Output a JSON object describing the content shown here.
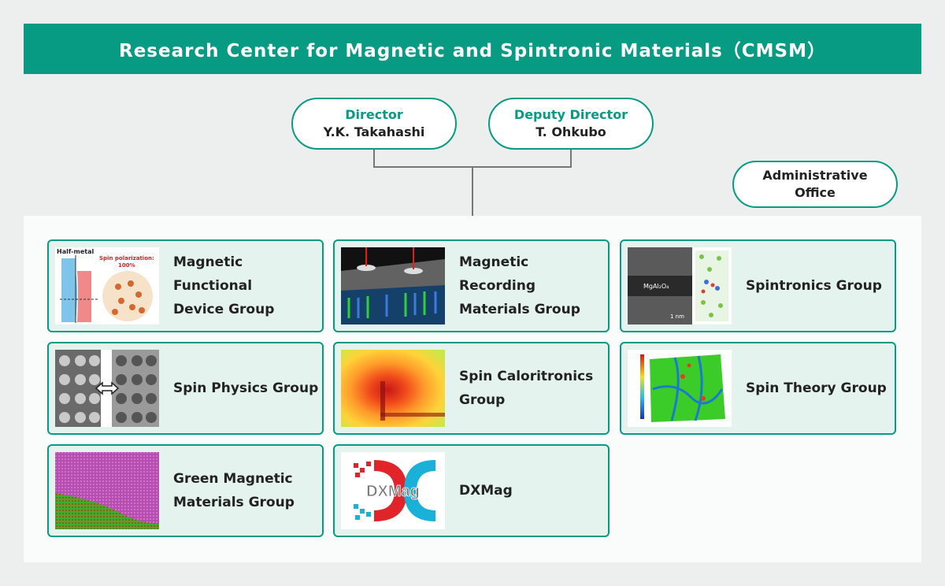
{
  "title": "Research Center for Magnetic and Spintronic Materials（CMSM）",
  "director": {
    "role": "Director",
    "name": "Y.K. Takahashi"
  },
  "deputy": {
    "role": "Deputy Director",
    "name": "T. Ohkubo"
  },
  "admin": {
    "label": "Administrative\nOffice"
  },
  "groups": [
    {
      "label": "Magnetic Functional\nDevice Group",
      "thumb_text": [
        "Half-metal",
        "Spin polarization:",
        "100%"
      ]
    },
    {
      "label": "Magnetic Recording\nMaterials Group"
    },
    {
      "label": "Spintronics Group",
      "thumb_text": [
        "MgAl₂O₄",
        "1 nm"
      ]
    },
    {
      "label": "Spin Physics Group"
    },
    {
      "label": "Spin Caloritronics\nGroup"
    },
    {
      "label": "Spin Theory Group"
    },
    {
      "label": "Green Magnetic\nMaterials Group"
    },
    {
      "label": "DXMag",
      "thumb_text": [
        "DXMag"
      ]
    }
  ],
  "colors": {
    "accent": "#069b82",
    "card_bg": "#e5f3ee"
  }
}
